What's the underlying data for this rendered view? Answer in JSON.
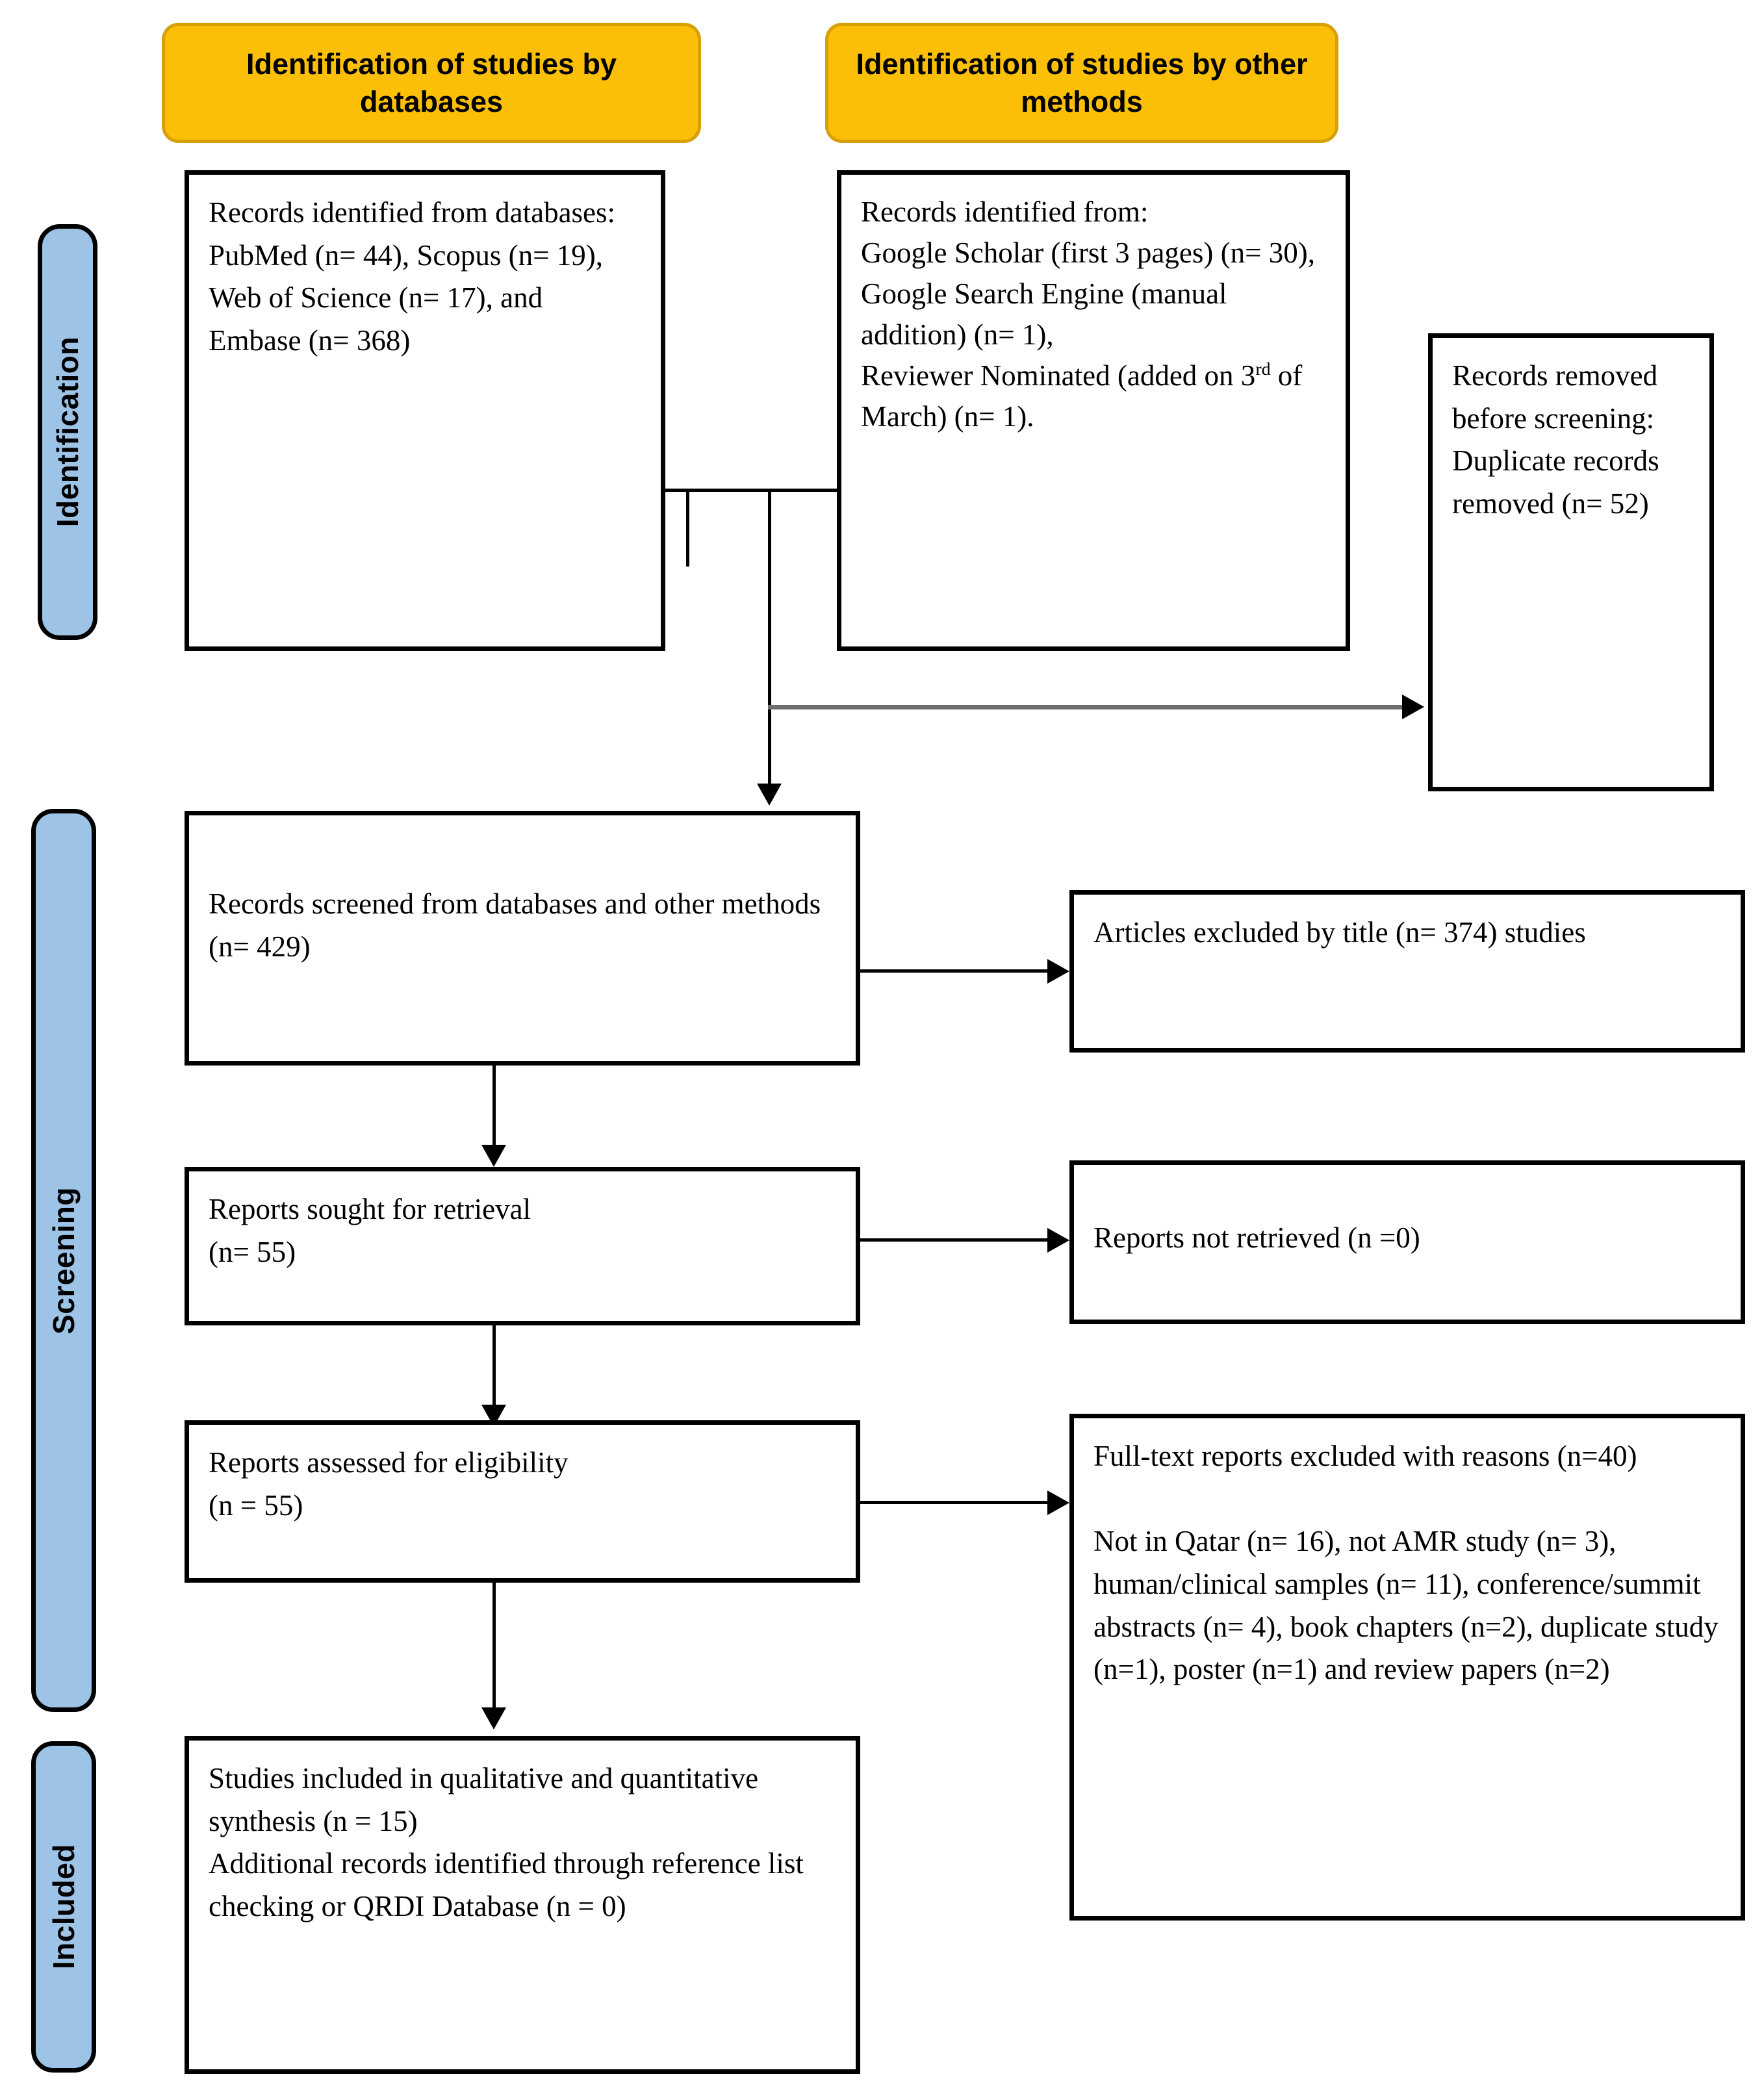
{
  "diagram": {
    "type": "prisma-flow-diagram",
    "colors": {
      "header_fill": "#FBBF07",
      "stage_fill": "#9DC3E6",
      "box_border": "#000000",
      "text": "#000000"
    }
  },
  "stages": [
    {
      "id": "identification",
      "label": "Identification"
    },
    {
      "id": "screening",
      "label": "Screening"
    },
    {
      "id": "included",
      "label": "Included"
    }
  ],
  "headers": [
    {
      "id": "databases",
      "label": "Identification of studies by databases"
    },
    {
      "id": "other-methods",
      "label": "Identification of studies by other methods"
    }
  ],
  "boxes": {
    "records_identified_databases": {
      "text": "Records identified from databases: PubMed (n= 44), Scopus (n= 19), Web of Science (n= 17), and Embase (n= 368)"
    },
    "records_identified_other": {
      "text_part1": "Records identified from:\nGoogle Scholar (first 3 pages) (n= 30), Google Search Engine (manual addition) (n= 1),\nReviewer Nominated (added on 3",
      "superscript": "rd",
      "text_part2": " of March) (n= 1)."
    },
    "records_removed": {
      "text": "Records removed before screening: Duplicate records removed (n= 52)"
    },
    "records_screened": {
      "text": "Records screened from databases and other methods (n= 429)"
    },
    "articles_excluded_title": {
      "text": "Articles excluded by title (n= 374) studies"
    },
    "reports_sought": {
      "text": "Reports sought for retrieval\n(n= 55)"
    },
    "reports_not_retrieved": {
      "text": "Reports not retrieved (n =0)"
    },
    "reports_assessed": {
      "text": "Reports assessed for eligibility\n(n = 55)"
    },
    "fulltext_excluded": {
      "text": "Full-text reports excluded with reasons (n=40)\n\nNot in Qatar (n= 16), not AMR study (n= 3), human/clinical samples (n= 11), conference/summit abstracts (n= 4), book chapters (n=2), duplicate study (n=1), poster (n=1) and review papers (n=2)"
    },
    "studies_included": {
      "text": "Studies included in qualitative and quantitative synthesis (n = 15)\nAdditional records identified through reference list checking or QRDI Database (n = 0)"
    }
  },
  "counts": {
    "pubmed": 44,
    "scopus": 19,
    "web_of_science": 17,
    "embase": 368,
    "google_scholar": 30,
    "google_search_engine": 1,
    "reviewer_nominated": 1,
    "duplicates_removed": 52,
    "records_screened": 429,
    "excluded_by_title": 374,
    "reports_sought": 55,
    "reports_not_retrieved": 0,
    "reports_assessed": 55,
    "fulltext_excluded": 40,
    "not_in_qatar": 16,
    "not_amr_study": 3,
    "human_clinical_samples": 11,
    "conference_summit_abstracts": 4,
    "book_chapters": 2,
    "duplicate_study": 1,
    "poster": 1,
    "review_papers": 2,
    "studies_included": 15,
    "additional_records": 0
  }
}
